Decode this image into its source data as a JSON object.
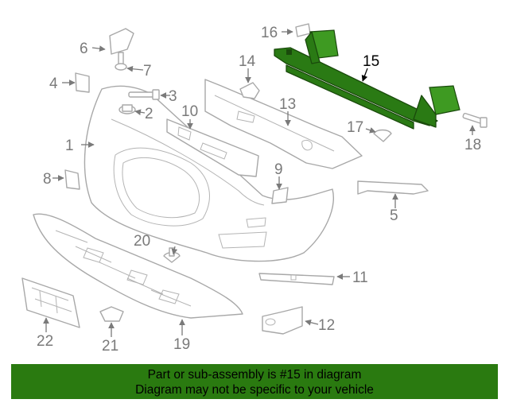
{
  "diagram": {
    "highlight_color": "#2a7a10",
    "callouts": [
      "1",
      "2",
      "3",
      "4",
      "5",
      "6",
      "7",
      "8",
      "9",
      "10",
      "11",
      "12",
      "13",
      "14",
      "15",
      "16",
      "17",
      "18",
      "19",
      "20",
      "21",
      "22"
    ],
    "highlighted": "15"
  },
  "banner": {
    "line1": "Part or sub-assembly is #15 in diagram",
    "line2": "Diagram may not be specific to your vehicle",
    "color": "#2a7a10"
  }
}
